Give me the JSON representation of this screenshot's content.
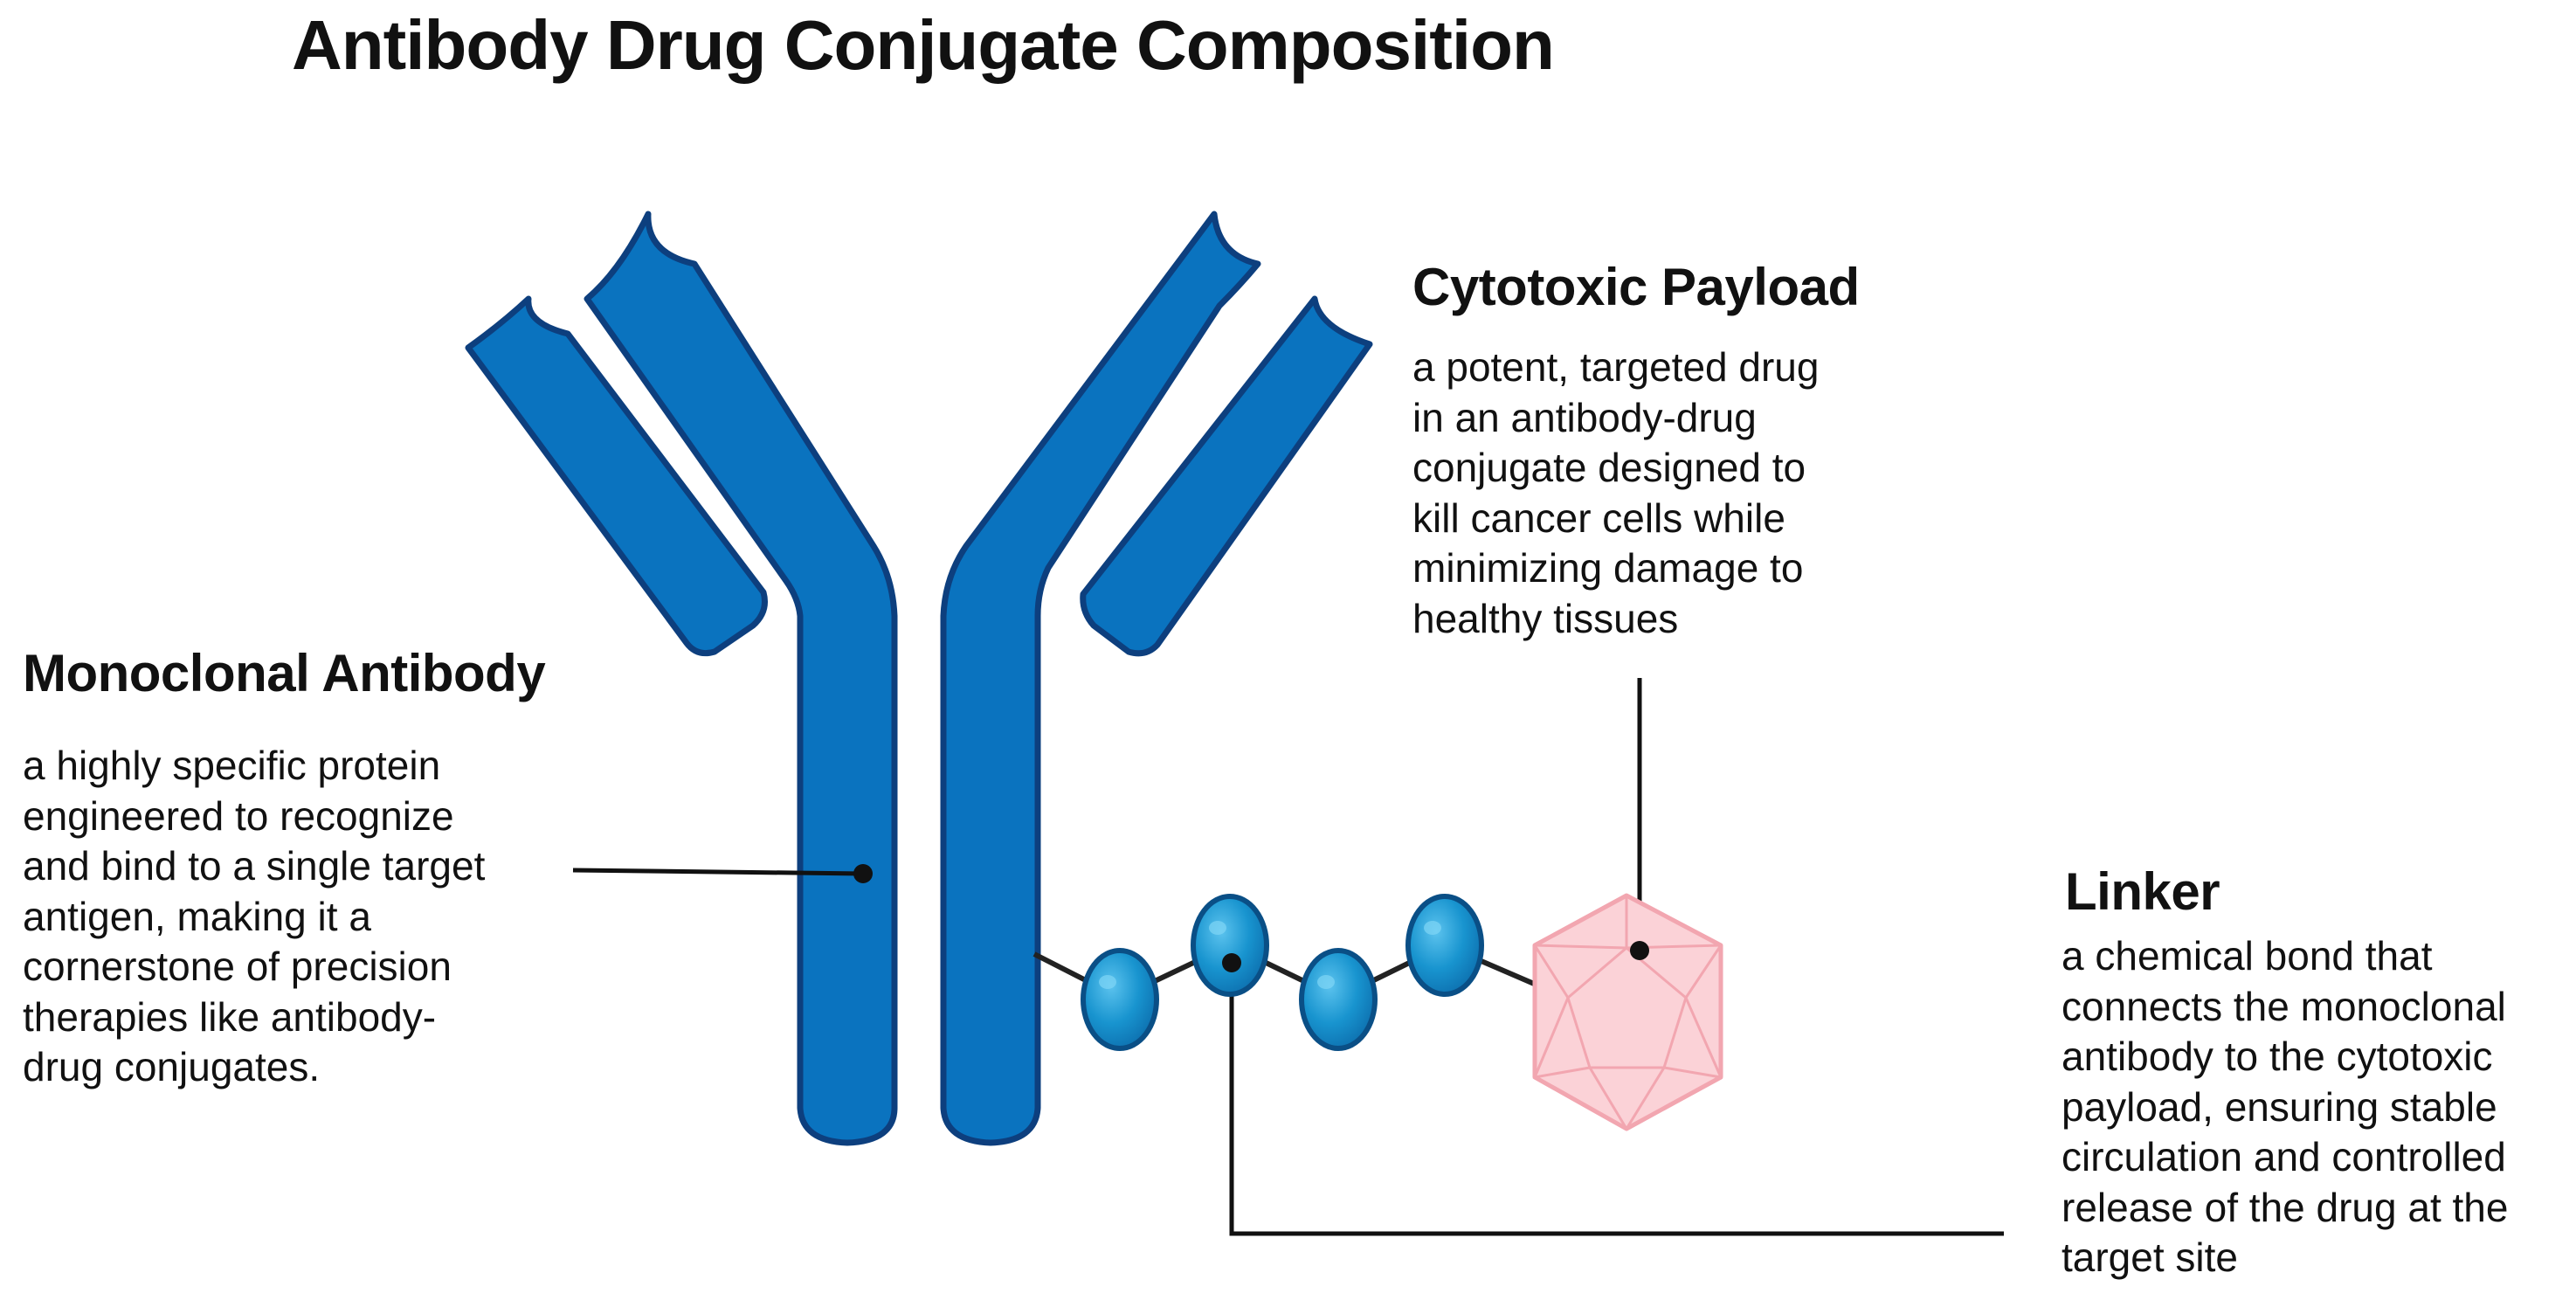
{
  "title": "Antibody Drug Conjugate Composition",
  "monoclonal_antibody": {
    "heading": "Monoclonal Antibody",
    "description_lines": [
      "a highly specific protein",
      "engineered to recognize",
      "and bind to a single target",
      "antigen, making it a",
      "cornerstone of precision",
      "therapies like antibody-",
      "drug conjugates."
    ]
  },
  "cytotoxic_payload": {
    "heading": "Cytotoxic Payload",
    "description_lines": [
      "a potent, targeted drug",
      "in an antibody-drug",
      "conjugate designed to",
      "kill cancer cells while",
      "minimizing damage to",
      "healthy tissues"
    ]
  },
  "linker": {
    "heading": "Linker",
    "description_lines": [
      "a chemical bond that",
      "connects the monoclonal",
      "antibody to the cytotoxic",
      "payload, ensuring stable",
      "circulation and controlled",
      "release of the drug at the",
      "target site"
    ]
  },
  "colors": {
    "antibody_fill": "#0a73bf",
    "antibody_stroke": "#0d3f7e",
    "linker_bead_fill": "#1894cf",
    "linker_bead_stroke": "#0a4f86",
    "payload_fill": "#fbd2d7",
    "payload_stroke": "#f2a6b0",
    "leader_line": "#111111"
  }
}
